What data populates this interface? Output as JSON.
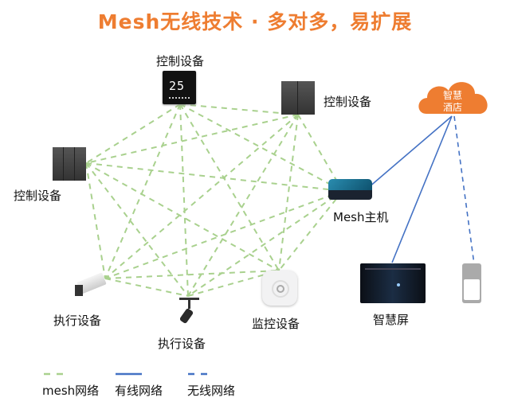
{
  "title": "Mesh无线技术 · 多对多，易扩展",
  "nodes": {
    "control_top": {
      "label": "控制设备",
      "display": "25"
    },
    "control_right": {
      "label": "控制设备"
    },
    "control_left": {
      "label": "控制设备"
    },
    "mesh_host": {
      "label": "Mesh主机"
    },
    "actuator_left": {
      "label": "执行设备"
    },
    "actuator_center": {
      "label": "执行设备"
    },
    "monitor": {
      "label": "监控设备"
    },
    "cloud": {
      "label_line1": "智慧",
      "label_line2": "酒店"
    },
    "smart_screen": {
      "label": "智慧屏"
    },
    "phone": {
      "label": ""
    }
  },
  "colors": {
    "title": "#ee7d31",
    "mesh_line": "#a9d18e",
    "wired_line": "#4472c4",
    "wireless_line": "#4472c4",
    "cloud": "#ee7d31"
  },
  "legend": {
    "mesh": "mesh网络",
    "wired": "有线网络",
    "wireless": "无线网络"
  }
}
